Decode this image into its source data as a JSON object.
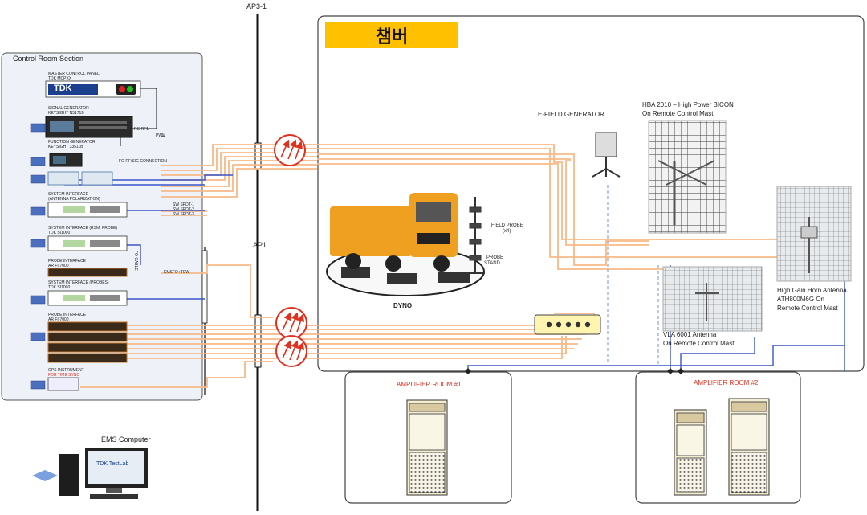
{
  "labels": {
    "ap3": "AP3-1",
    "ap1": "AP1",
    "control_room": "Control Room Section",
    "chamber": "챔버",
    "master_panel": [
      "MASTER CONTROL PANEL",
      "TDK MCPXX"
    ],
    "tdk_brand": "TDK",
    "signal_gen": [
      "SIGNAL GENERATOR",
      "KEYSIGHT N5171B"
    ],
    "rs_label": "RS-RF1",
    "pwm_label": "PWM",
    "function_gen": [
      "FUNCTION GENERATOR",
      "KEYSIGHT 33511B"
    ],
    "function_gen_note": "FG RF/SIG CONNECTION",
    "sys_if_ant": [
      "SYSTEM INTERFACE",
      "(ANTENNA POLARIZATION)"
    ],
    "sys_if_ant_side": [
      "SW SPDT-1",
      "SW SPDT-2",
      "SW SPDT-3"
    ],
    "sys_if_rsm": [
      "SYSTEM INTERFACE (RSM, PROBE)",
      "TDK SI1000"
    ],
    "fo_side": "FO CABLE",
    "probe_if_1": [
      "PROBE INTERFACE",
      "AR FI-7000"
    ],
    "emsfo": "EMSFO+TCW",
    "sys_if_probes": [
      "SYSTEM INTERFACE (PROBES)",
      "TDK SI1000"
    ],
    "probe_if_2": [
      "PROBE INTERFACE",
      "AR FI-7000"
    ],
    "gps_device": [
      "GPS INSTRUMENT",
      "FOR TIME SYNC"
    ],
    "ems_computer": "EMS Computer",
    "tdk_testlab": "TDK TestLab",
    "efield_gen": "E-FIELD GENERATOR",
    "hba": [
      "HBA 2010 – High Power BICON",
      "On Remote Control Mast"
    ],
    "field_probe": [
      "FIELD PROBE",
      "(x4)"
    ],
    "probe_stand": [
      "PROBE",
      "STAND"
    ],
    "dyno": "DYNO",
    "vla": [
      "VLA 6001 Antenna",
      "On Remote Control Mast"
    ],
    "horn": [
      "High Gain Horn Antenna",
      "ATH800M6G On",
      "Remote Control Mast"
    ],
    "amp1": "AMPLIFIER ROOM #1",
    "amp2": "AMPLIFIER ROOM #2"
  },
  "colors": {
    "orange_line": "#f7b987",
    "blue_line": "#3a55c8",
    "black_line": "#111111",
    "panel_bg": "#eef2f8",
    "title_bg": "#ffc000",
    "amp_red": "#e0301e"
  }
}
